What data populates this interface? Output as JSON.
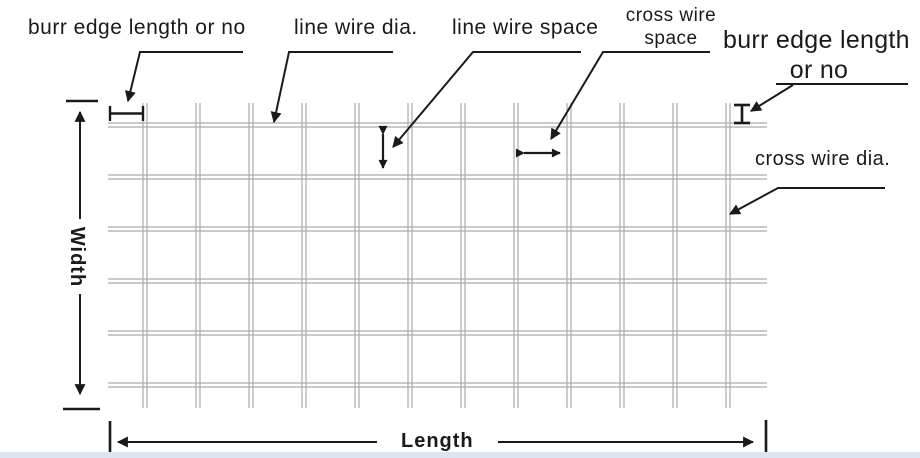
{
  "labels": {
    "burr_edge_left": "burr edge length or no",
    "line_wire_dia": "line wire dia.",
    "line_wire_space": "line wire space",
    "cross_wire_space": [
      "cross wire",
      "space"
    ],
    "burr_edge_right": [
      "burr edge length",
      "or no"
    ],
    "cross_wire_dia": "cross wire dia.",
    "width": "Width",
    "length": "Length"
  },
  "mesh": {
    "line_wire_count": 6,
    "cross_wire_count": 12,
    "wire_style": "double-line",
    "wire_color": "#ababab"
  },
  "colors": {
    "ink": "#1a1a1a",
    "background": "#ffffff",
    "bottom_strip": "#dce6ee"
  }
}
